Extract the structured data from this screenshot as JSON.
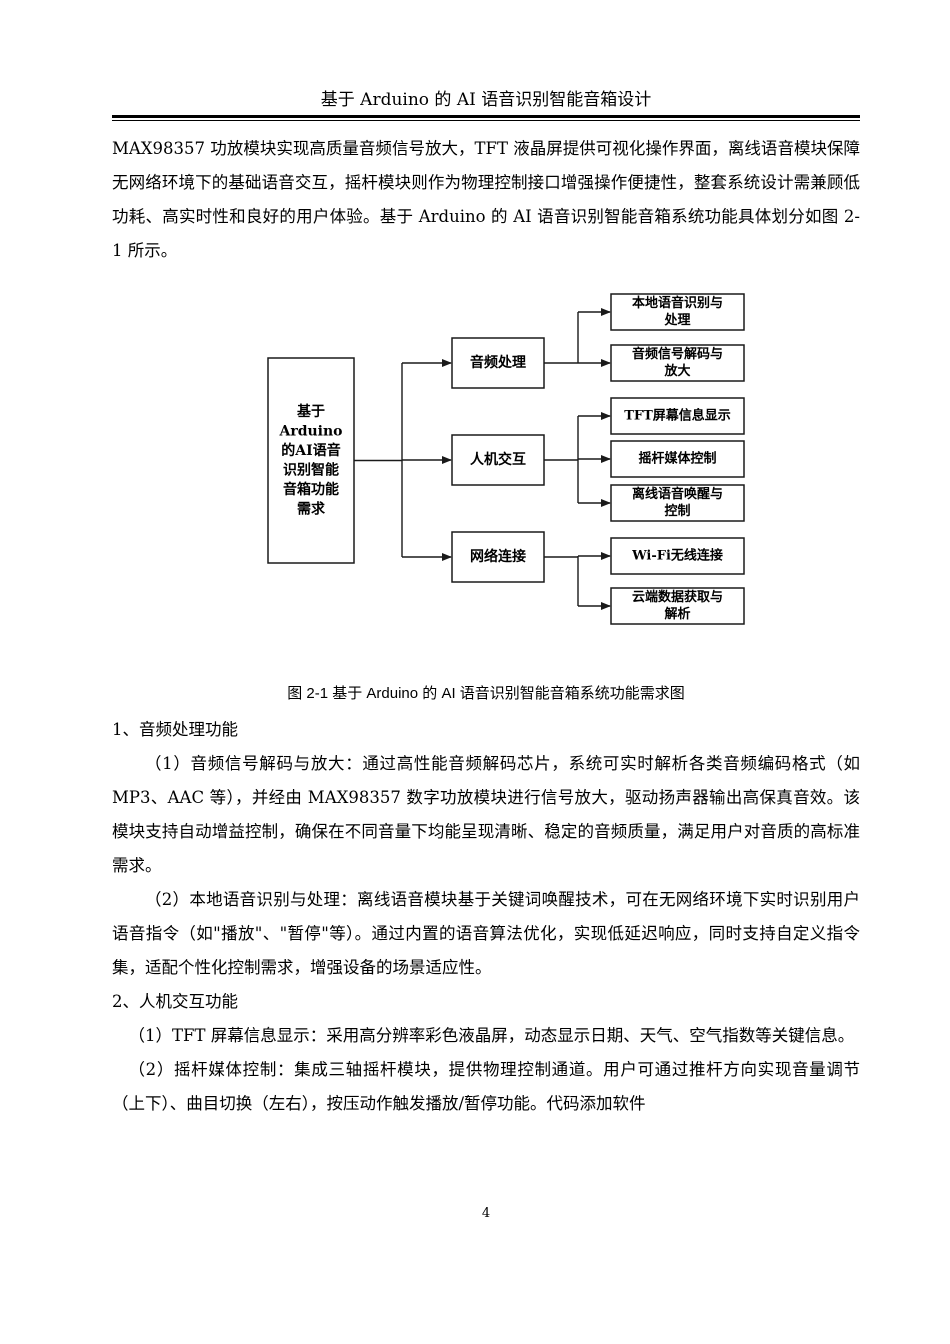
{
  "header": {
    "title": "基于 Arduino 的 AI 语音识别智能音箱设计"
  },
  "intro_paragraph": "MAX98357 功放模块实现高质量音频信号放大，TFT 液晶屏提供可视化操作界面，离线语音模块保障无网络环境下的基础语音交互，摇杆模块则作为物理控制接口增强操作便捷性，整套系统设计需兼顾低功耗、高实时性和良好的用户体验。基于 Arduino 的 AI 语音识别智能音箱系统功能具体划分如图 2-1 所示。",
  "diagram": {
    "root": [
      "基于",
      "Arduino",
      "的AI语音",
      "识别智能",
      "音箱功能",
      "需求"
    ],
    "categories": [
      {
        "label": "音频处理",
        "children": [
          [
            "本地语音识别与",
            "处理"
          ],
          [
            "音频信号解码与",
            "放大"
          ]
        ]
      },
      {
        "label": "人机交互",
        "children": [
          [
            "TFT屏幕信息显示"
          ],
          [
            "摇杆媒体控制"
          ],
          [
            "离线语音唤醒与",
            "控制"
          ]
        ]
      },
      {
        "label": "网络连接",
        "children": [
          [
            "Wi-Fi无线连接"
          ],
          [
            "云端数据获取与",
            "解析"
          ]
        ]
      }
    ]
  },
  "figure_caption": "图 2-1 基于 Arduino 的 AI 语音识别智能音箱系统功能需求图",
  "section1": {
    "heading": "1、音频处理功能",
    "p1": "（1）音频信号解码与放大：通过高性能音频解码芯片，系统可实时解析各类音频编码格式（如 MP3、AAC 等），并经由 MAX98357 数字功放模块进行信号放大，驱动扬声器输出高保真音效。该模块支持自动增益控制，确保在不同音量下均能呈现清晰、稳定的音频质量，满足用户对音质的高标准需求。",
    "p2": "（2）本地语音识别与处理：离线语音模块基于关键词唤醒技术，可在无网络环境下实时识别用户语音指令（如\"播放\"、\"暂停\"等）。通过内置的语音算法优化，实现低延迟响应，同时支持自定义指令集，适配个性化控制需求，增强设备的场景适应性。"
  },
  "section2": {
    "heading": "2、人机交互功能",
    "p1": "（1）TFT 屏幕信息显示：采用高分辨率彩色液晶屏，动态显示日期、天气、空气指数等关键信息。",
    "p2": "（2）摇杆媒体控制：集成三轴摇杆模块，提供物理控制通道。用户可通过推杆方向实现音量调节（上下）、曲目切换（左右），按压动作触发播放/暂停功能。代码添加软件"
  },
  "page_number": "4"
}
